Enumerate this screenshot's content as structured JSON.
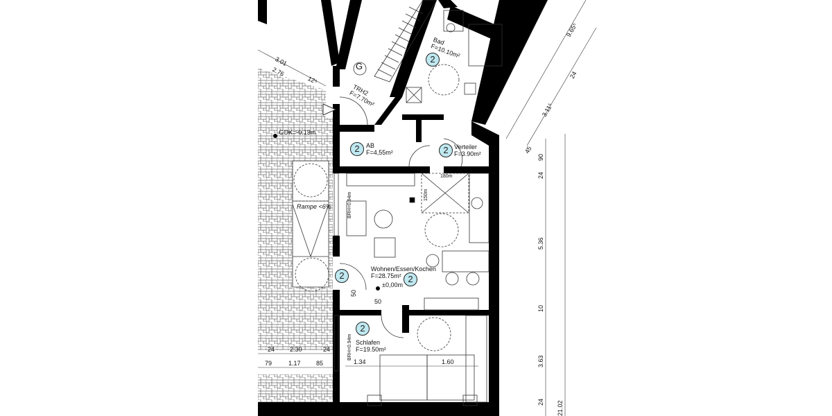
{
  "rooms": [
    {
      "name": "TRH2",
      "area": "F=7.70m²"
    },
    {
      "name": "Bad",
      "area": "F=10.10m²",
      "unit": "2"
    },
    {
      "name": "AB",
      "area": "F=4,55m²",
      "unit": "2"
    },
    {
      "name": "Verteiler",
      "area": "F=3.90m²",
      "unit": "2"
    },
    {
      "name": "Wohnen/Essen/Kochen",
      "area": "F=28.75m²",
      "unit": "2"
    },
    {
      "name": "Schlafen",
      "area": "F=19.50m²",
      "unit": "2"
    }
  ],
  "labels": {
    "stair_symbol": "G",
    "ground_level": "GOK=-0.13m",
    "floor_level": "±0,00m",
    "ramp": "Rampe <6%",
    "entry_unit": "2",
    "turn_space_w": "180m",
    "turn_space_h": "150m",
    "window_sill_1": "BRH=0.94m",
    "window_sill_2": "BRH=0.94m"
  },
  "dimensions": {
    "top_left": [
      "3.01",
      "2.76",
      "12⁵"
    ],
    "diagonal_right": [
      "9.65⁵",
      "24",
      "3.11⁵",
      "45"
    ],
    "vertical_right": [
      "90",
      "24",
      "5.36",
      "10",
      "3.63",
      "24"
    ],
    "vertical_total": "21.02",
    "bottom_left_row1": [
      "24",
      "2.30",
      "24"
    ],
    "bottom_left_row2": [
      "79",
      "1.17",
      "85"
    ],
    "bedroom": [
      "1.34",
      "1.60"
    ],
    "door_clearance": [
      "50",
      "50"
    ]
  }
}
